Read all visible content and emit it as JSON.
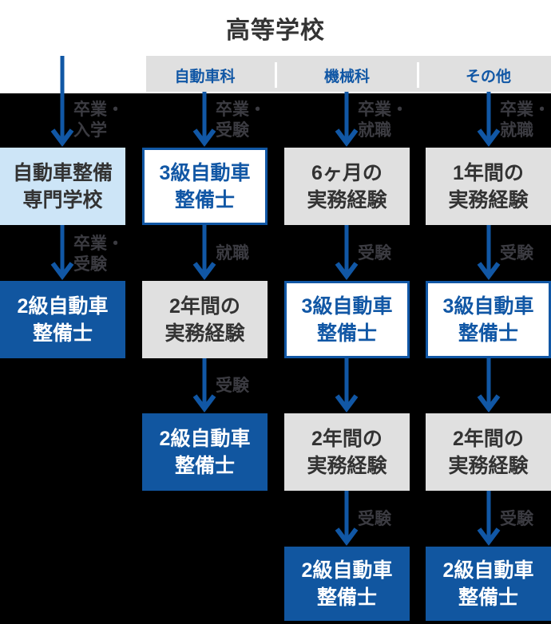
{
  "header": {
    "title": "高等学校",
    "branches": [
      {
        "label": "自動車科"
      },
      {
        "label": "機械科"
      },
      {
        "label": "その他"
      }
    ]
  },
  "edges": {
    "r1c1": "卒業・\n入学",
    "r1c2": "卒業・\n受験",
    "r1c3": "卒業・\n就職",
    "r1c4": "卒業・\n就職",
    "r2c1": "卒業・\n受験",
    "r2c2": "就職",
    "r2c3": "受験",
    "r2c4": "受験",
    "r3c2": "受験",
    "r4c3": "受験",
    "r4c4": "受験"
  },
  "nodes": {
    "r1c1": "自動車整備\n専門学校",
    "r1c2": "3級自動車\n整備士",
    "r1c3": "6ヶ月の\n実務経験",
    "r1c4": "1年間の\n実務経験",
    "r2c1": "2級自動車\n整備士",
    "r2c2": "2年間の\n実務経験",
    "r2c3": "3級自動車\n整備士",
    "r2c4": "3級自動車\n整備士",
    "r3c2": "2級自動車\n整備士",
    "r3c3": "2年間の\n実務経験",
    "r3c4": "2年間の\n実務経験",
    "r4c3": "2級自動車\n整備士",
    "r4c4": "2級自動車\n整備士"
  },
  "colors": {
    "accent_blue": "#1157a5",
    "solid_box_blue": "#1156a0",
    "light_blue_box": "#cde5f7",
    "gray_box": "#e0e0e0",
    "dark_text": "#333333",
    "edge_label_gray": "#3b3b41",
    "background": "#000000",
    "white": "#ffffff"
  }
}
